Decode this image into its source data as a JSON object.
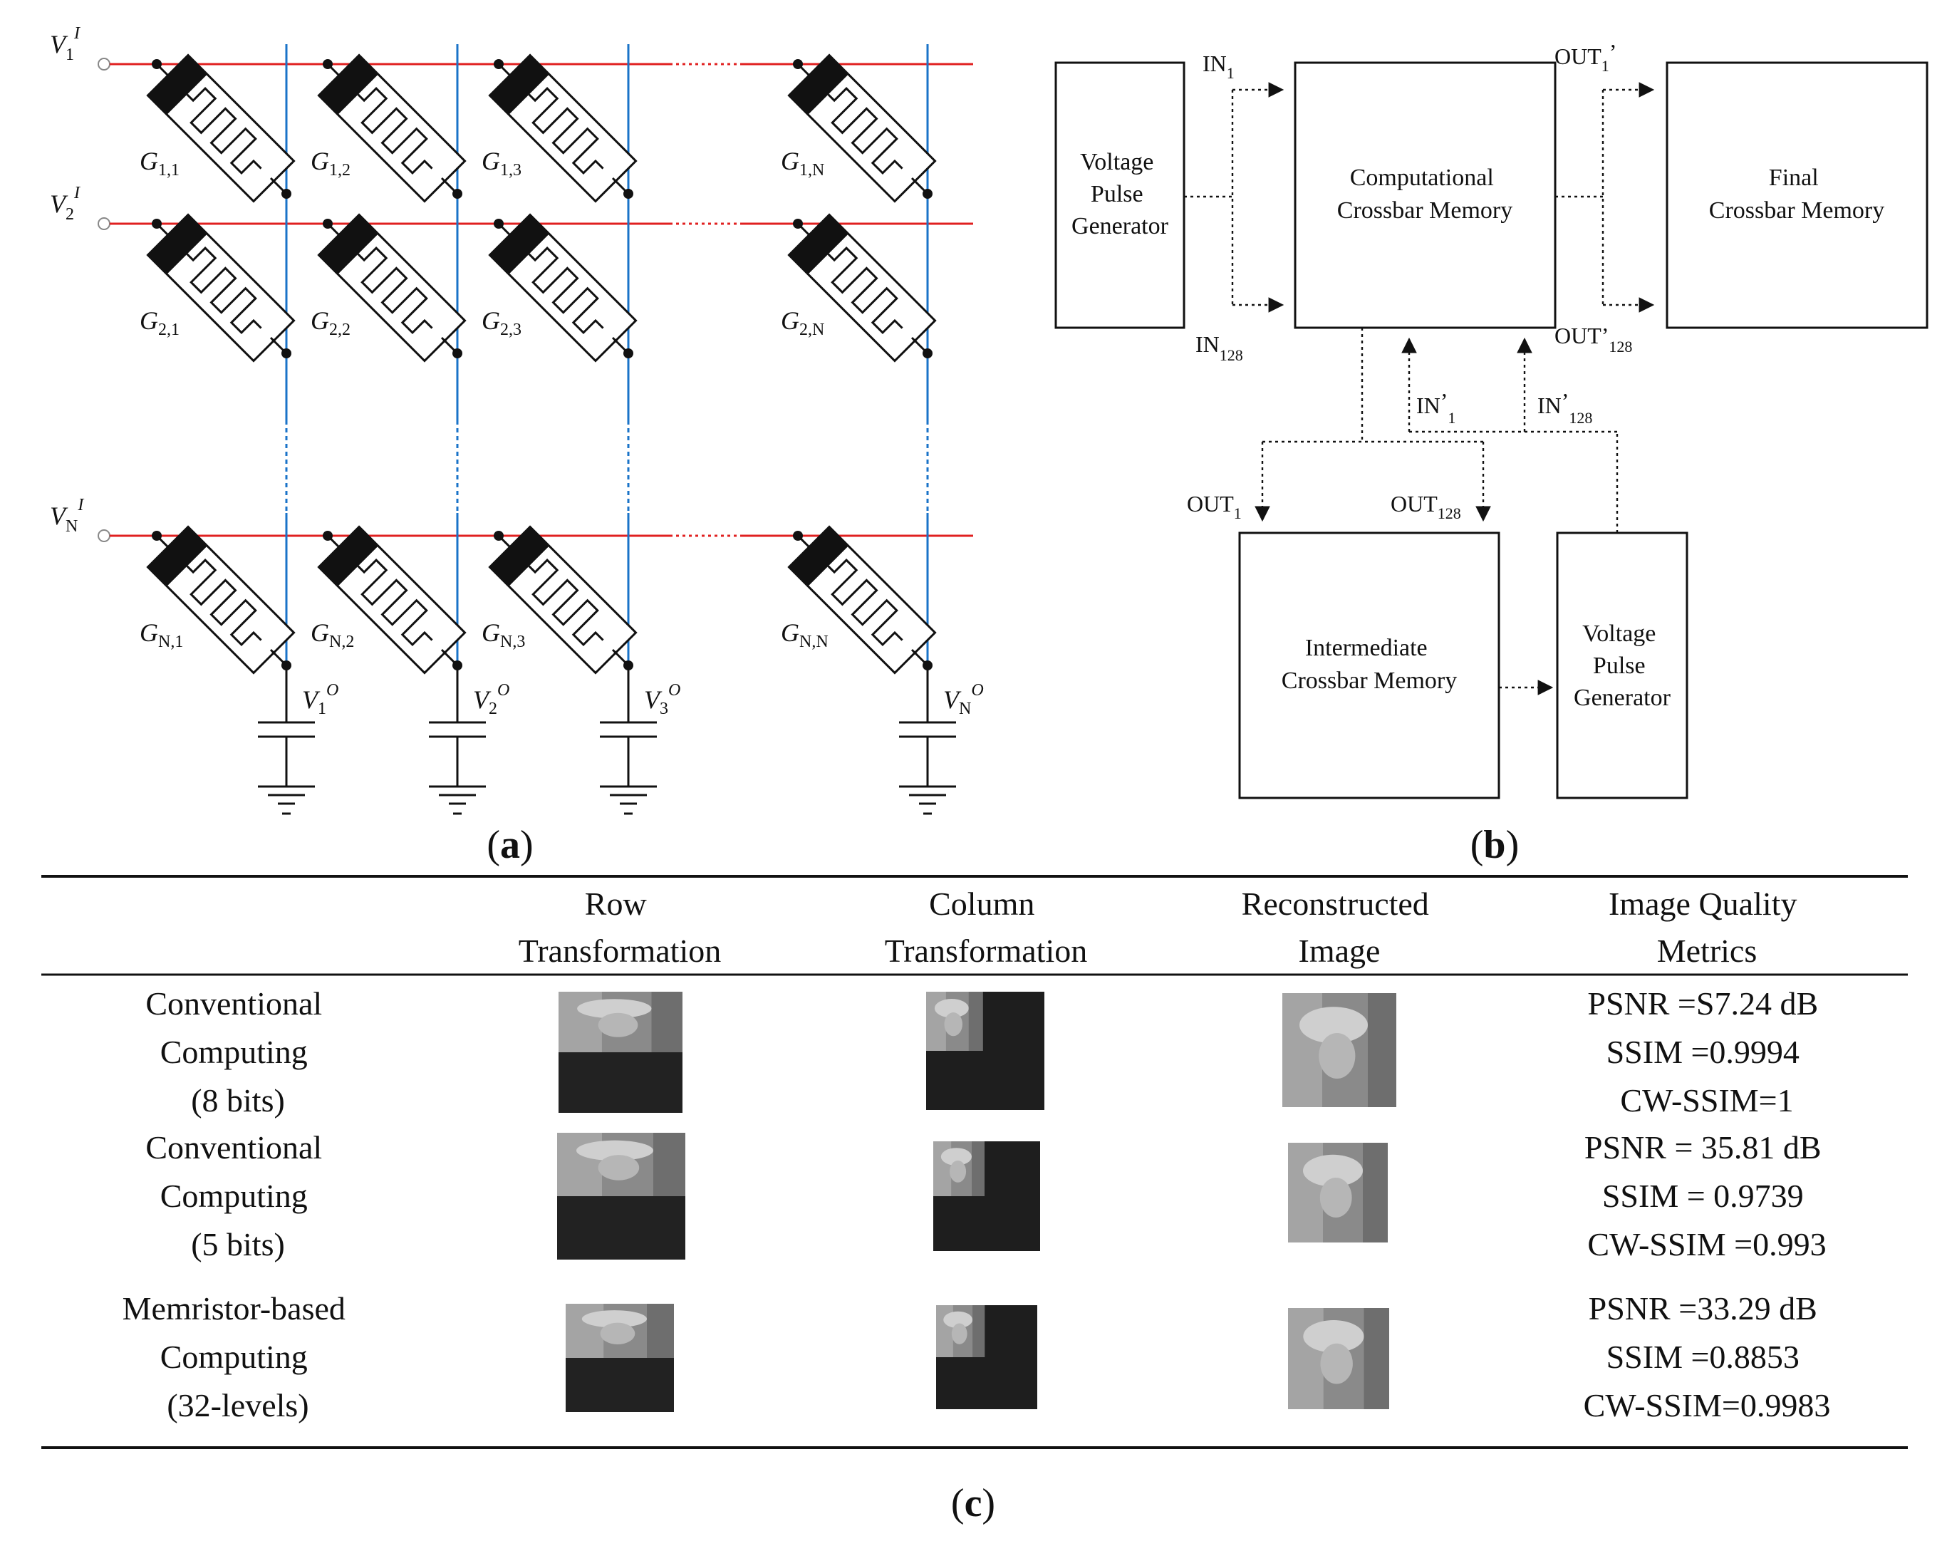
{
  "panel_a": {
    "caption_letter": "a",
    "row_inputs": [
      {
        "base": "V",
        "sub": "1",
        "sup": "I"
      },
      {
        "base": "V",
        "sub": "2",
        "sup": "I"
      },
      {
        "base": "V",
        "sub": "N",
        "sup": "I"
      }
    ],
    "outputs": [
      {
        "base": "V",
        "sub": "1",
        "sup": "O"
      },
      {
        "base": "V",
        "sub": "2",
        "sup": "O"
      },
      {
        "base": "V",
        "sub": "3",
        "sup": "O"
      },
      {
        "base": "V",
        "sub": "N",
        "sup": "O"
      }
    ],
    "conductance_rows": [
      [
        "1,1",
        "1,2",
        "1,3",
        "1,N"
      ],
      [
        "2,1",
        "2,2",
        "2,3",
        "2,N"
      ],
      [
        "N,1",
        "N,2",
        "N,3",
        "N,N"
      ]
    ],
    "conductance_base": "G",
    "colors": {
      "row_line": "#e02020",
      "column_line": "#1a73c8"
    }
  },
  "panel_b": {
    "caption_letter": "b",
    "vpg_left": [
      "Voltage",
      "Pulse",
      "Generator"
    ],
    "ccm": [
      "Computational",
      "Crossbar Memory"
    ],
    "final": [
      "Final",
      "Crossbar Memory"
    ],
    "intermediate": [
      "Intermediate",
      "Crossbar Memory"
    ],
    "vpg_right": [
      "Voltage",
      "Pulse",
      "Generator"
    ],
    "in_1": {
      "base": "IN",
      "sub": "1"
    },
    "in_128": {
      "base": "IN",
      "sub": "128"
    },
    "out_1p": {
      "base": "OUT",
      "sub": "1",
      "sup": "’"
    },
    "out_128p": {
      "base": "OUT",
      "sup": "’",
      "sub": "128"
    },
    "in_1p": {
      "base": "IN",
      "sup": "’",
      "sub": "1"
    },
    "in_128p": {
      "base": "IN",
      "sup": "’",
      "sub": "128"
    },
    "out_1": {
      "base": "OUT",
      "sub": "1"
    },
    "out_128": {
      "base": "OUT",
      "sub": "128"
    }
  },
  "panel_c": {
    "caption_letter": "c",
    "headers": [
      [
        "Row",
        "Transformation"
      ],
      [
        "Column",
        "Transformation"
      ],
      [
        "Reconstructed",
        "Image"
      ],
      [
        "Image Quality",
        "Metrics"
      ]
    ],
    "rows": [
      {
        "method": [
          "Conventional",
          "Computing",
          "(8 bits)"
        ],
        "metrics": [
          "PSNR =S7.24 dB",
          "SSIM =0.9994",
          "CW-SSIM=1"
        ]
      },
      {
        "method": [
          "Conventional",
          "Computing",
          "(5 bits)"
        ],
        "metrics": [
          "PSNR = 35.81 dB",
          "SSIM = 0.9739",
          "CW-SSIM =0.993"
        ]
      },
      {
        "method": [
          "Memristor-based",
          "Computing",
          "(32-levels)"
        ],
        "metrics": [
          "PSNR =33.29 dB",
          "SSIM =0.8853",
          "CW-SSIM=0.9983"
        ]
      }
    ]
  }
}
